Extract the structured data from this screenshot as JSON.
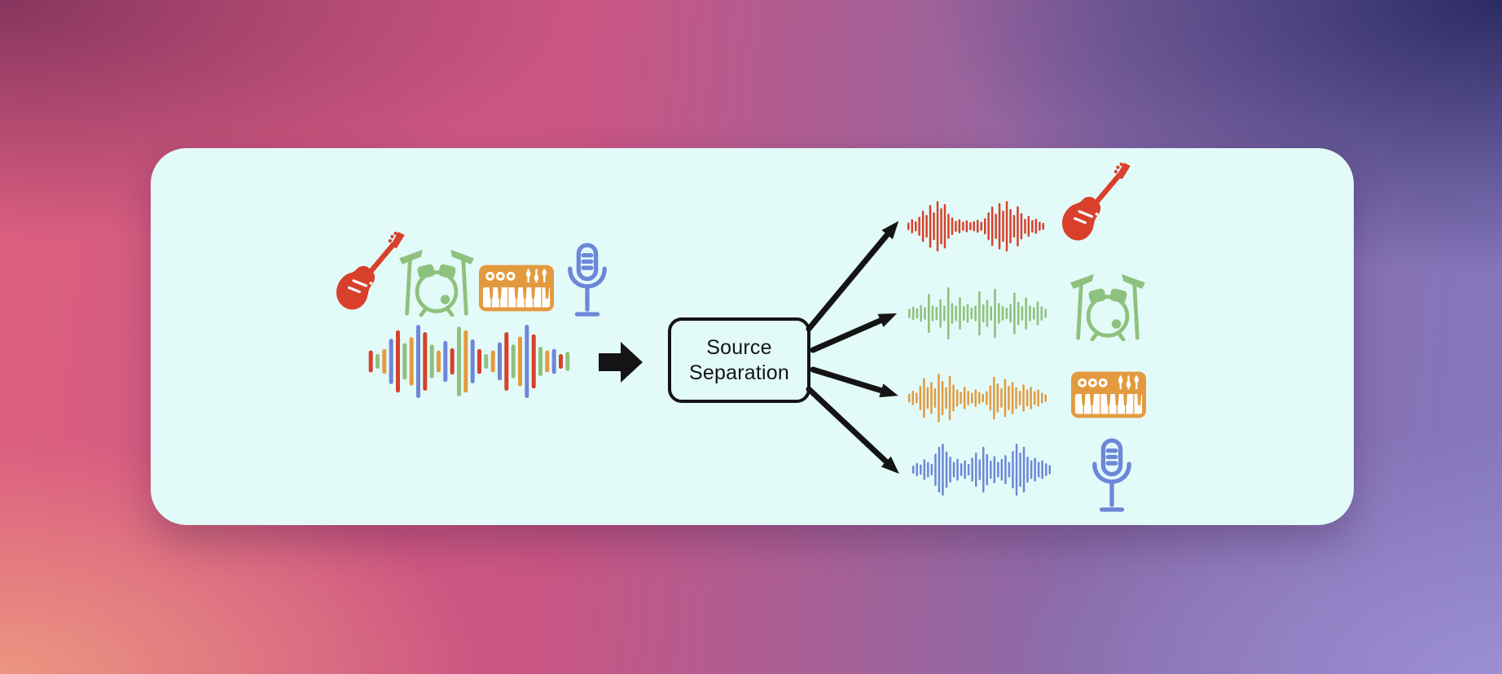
{
  "background": {
    "corner_colors": {
      "top_left": "#86355f",
      "bottom_left": "#ec9581",
      "top_right": "#2c2a64",
      "bottom_right": "#9b8ed1"
    }
  },
  "card": {
    "bg": "#e3fbf8"
  },
  "process_box": {
    "label_line1": "Source",
    "label_line2": "Separation",
    "border_color": "#141414"
  },
  "arrow_color": "#141414",
  "instruments": {
    "guitar": {
      "name": "guitar",
      "color": "#d8402c"
    },
    "drums": {
      "name": "drums",
      "color": "#8fc17e"
    },
    "keyboard": {
      "name": "keyboard",
      "color": "#e39a3f"
    },
    "microphone": {
      "name": "microphone",
      "color": "#6c87d9"
    }
  },
  "input": {
    "mixed_waveform": {
      "colors": [
        "#d8402c",
        "#8fc17e",
        "#e39a3f",
        "#6c87d9"
      ],
      "bar_ratio": 0.6,
      "heights": [
        0.3,
        0.2,
        0.34,
        0.62,
        0.85,
        0.5,
        0.66,
        1.0,
        0.8,
        0.46,
        0.3,
        0.56,
        0.36,
        0.95,
        0.85,
        0.6,
        0.34,
        0.2,
        0.3,
        0.52,
        0.8,
        0.46,
        0.68,
        1.0,
        0.74,
        0.4,
        0.3,
        0.34,
        0.2,
        0.26
      ]
    }
  },
  "outputs": [
    {
      "instrument": "guitar",
      "waveform": {
        "color": "#d8402c",
        "bar_ratio": 0.55,
        "heights": [
          0.15,
          0.28,
          0.2,
          0.38,
          0.62,
          0.45,
          0.85,
          0.55,
          1.0,
          0.72,
          0.88,
          0.5,
          0.35,
          0.22,
          0.28,
          0.18,
          0.24,
          0.16,
          0.2,
          0.26,
          0.18,
          0.32,
          0.55,
          0.78,
          0.5,
          0.92,
          0.62,
          1.0,
          0.68,
          0.45,
          0.8,
          0.52,
          0.3,
          0.42,
          0.25,
          0.3,
          0.18,
          0.14
        ]
      }
    },
    {
      "instrument": "drums",
      "waveform": {
        "color": "#8fc17e",
        "bar_ratio": 0.55,
        "heights": [
          0.18,
          0.26,
          0.2,
          0.32,
          0.24,
          0.75,
          0.3,
          0.26,
          0.55,
          0.3,
          1.0,
          0.4,
          0.3,
          0.62,
          0.28,
          0.36,
          0.22,
          0.3,
          0.85,
          0.35,
          0.52,
          0.28,
          0.95,
          0.4,
          0.28,
          0.22,
          0.36,
          0.8,
          0.45,
          0.28,
          0.62,
          0.3,
          0.24,
          0.46,
          0.28,
          0.18
        ]
      }
    },
    {
      "instrument": "keyboard",
      "waveform": {
        "color": "#e39a3f",
        "bar_ratio": 0.55,
        "heights": [
          0.18,
          0.3,
          0.22,
          0.5,
          0.82,
          0.45,
          0.65,
          0.4,
          1.0,
          0.7,
          0.45,
          0.92,
          0.55,
          0.35,
          0.25,
          0.46,
          0.3,
          0.22,
          0.36,
          0.25,
          0.18,
          0.28,
          0.52,
          0.88,
          0.6,
          0.4,
          0.78,
          0.5,
          0.66,
          0.45,
          0.3,
          0.56,
          0.35,
          0.46,
          0.28,
          0.35,
          0.22,
          0.16
        ]
      }
    },
    {
      "instrument": "microphone",
      "waveform": {
        "color": "#6c87d9",
        "bar_ratio": 0.55,
        "heights": [
          0.16,
          0.26,
          0.2,
          0.4,
          0.3,
          0.22,
          0.62,
          0.88,
          1.0,
          0.7,
          0.5,
          0.3,
          0.42,
          0.25,
          0.36,
          0.22,
          0.46,
          0.66,
          0.4,
          0.88,
          0.6,
          0.35,
          0.52,
          0.3,
          0.42,
          0.56,
          0.3,
          0.72,
          1.0,
          0.66,
          0.88,
          0.5,
          0.36,
          0.46,
          0.3,
          0.36,
          0.25,
          0.18
        ]
      }
    }
  ]
}
